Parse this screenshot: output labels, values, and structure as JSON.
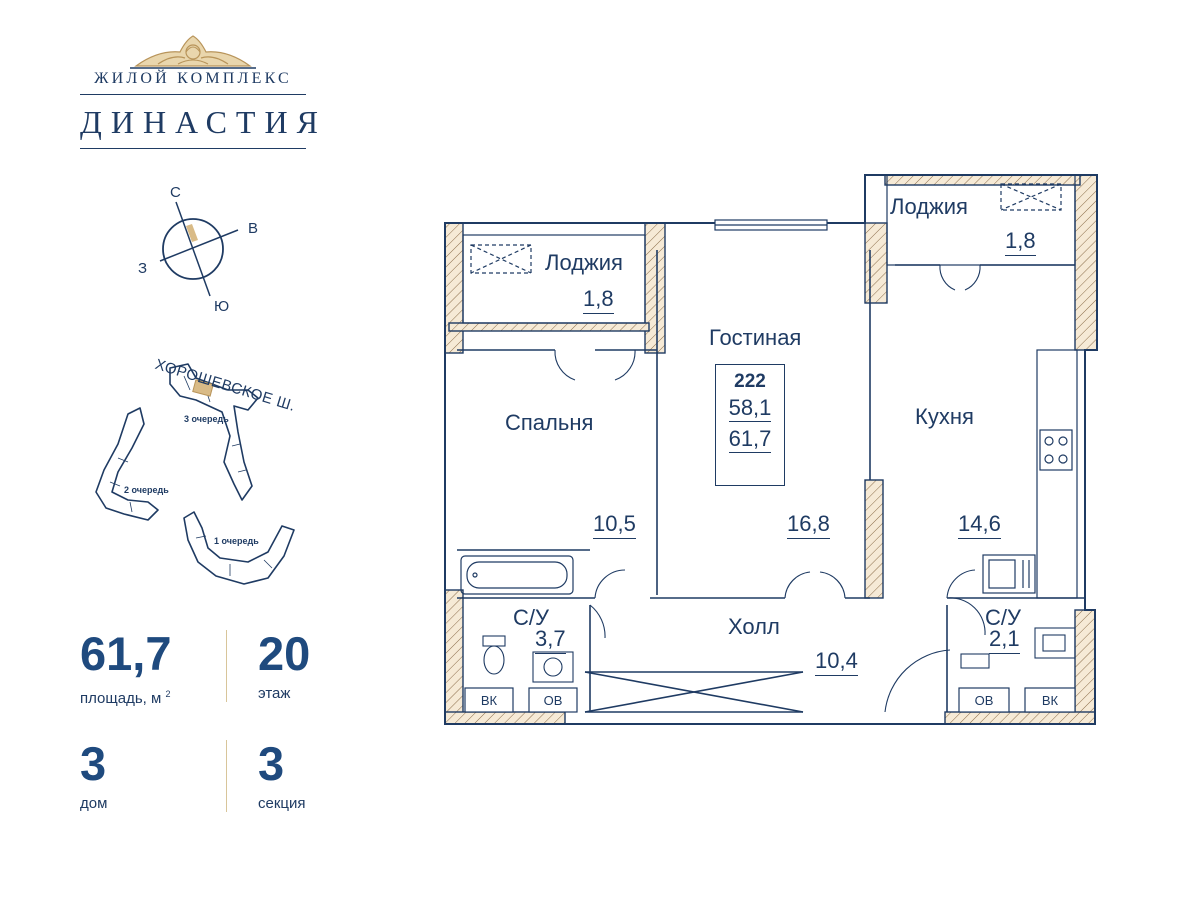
{
  "logo": {
    "pre_title": "ЖИЛОЙ КОМПЛЕКС",
    "title": "ДИНАСТИЯ"
  },
  "compass": {
    "north": "С",
    "east": "В",
    "south": "Ю",
    "west": "З"
  },
  "site_plan": {
    "road": "ХОРОШЕВСКОЕ Ш.",
    "queues": [
      "3 очередь",
      "2 очередь",
      "1 очередь"
    ]
  },
  "stats": {
    "area_value": "61,7",
    "area_label": "площадь, м",
    "area_unit_sup": "2",
    "floor_value": "20",
    "floor_label": "этаж",
    "house_value": "3",
    "house_label": "дом",
    "section_value": "3",
    "section_label": "секция"
  },
  "plan": {
    "unit": {
      "number": "222",
      "living_area": "58,1",
      "total_area": "61,7"
    },
    "rooms": {
      "loggia_left_label": "Лоджия",
      "loggia_left_area": "1,8",
      "loggia_right_label": "Лоджия",
      "loggia_right_area": "1,8",
      "living_label": "Гостиная",
      "living_area": "16,8",
      "bedroom_label": "Спальня",
      "bedroom_area": "10,5",
      "kitchen_label": "Кухня",
      "kitchen_area": "14,6",
      "hall_label": "Холл",
      "hall_area": "10,4",
      "bath_left_label": "С/У",
      "bath_left_area": "3,7",
      "bath_right_label": "С/У",
      "bath_right_area": "2,1"
    },
    "fixtures": {
      "vk_left": "ВК",
      "ov_left": "ОВ",
      "ov_right": "ОВ",
      "vk_right": "ВК"
    }
  },
  "colors": {
    "brand_blue": "#1f4a7e",
    "text_blue": "#1f3b63",
    "gold": "#c9a96e",
    "hatch_tan": "#e2c79d"
  }
}
